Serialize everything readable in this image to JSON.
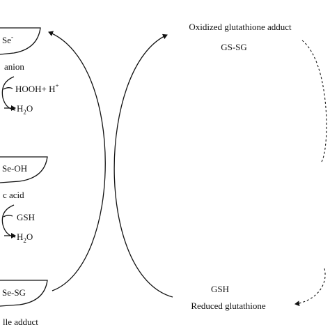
{
  "diagram": {
    "enzyme_states": [
      {
        "head": "Se",
        "head_sup": "-",
        "caption": "anion"
      },
      {
        "head": "Se-OH",
        "caption": "c acid"
      },
      {
        "head": "Se-SG",
        "caption": "lle adduct"
      }
    ],
    "reaction_1": {
      "reactant": "HOOH+ H",
      "reactant_sup": "+",
      "product_main": "H",
      "product_sub": "2",
      "product_tail": "O"
    },
    "reaction_2": {
      "reactant": "GSH",
      "product_main": "H",
      "product_sub": "2",
      "product_tail": "O"
    },
    "oxidized": {
      "title": "Oxidized glutathione adduct",
      "formula": "GS-SG"
    },
    "reduced": {
      "formula": "GSH",
      "title": "Reduced glutathione"
    }
  }
}
